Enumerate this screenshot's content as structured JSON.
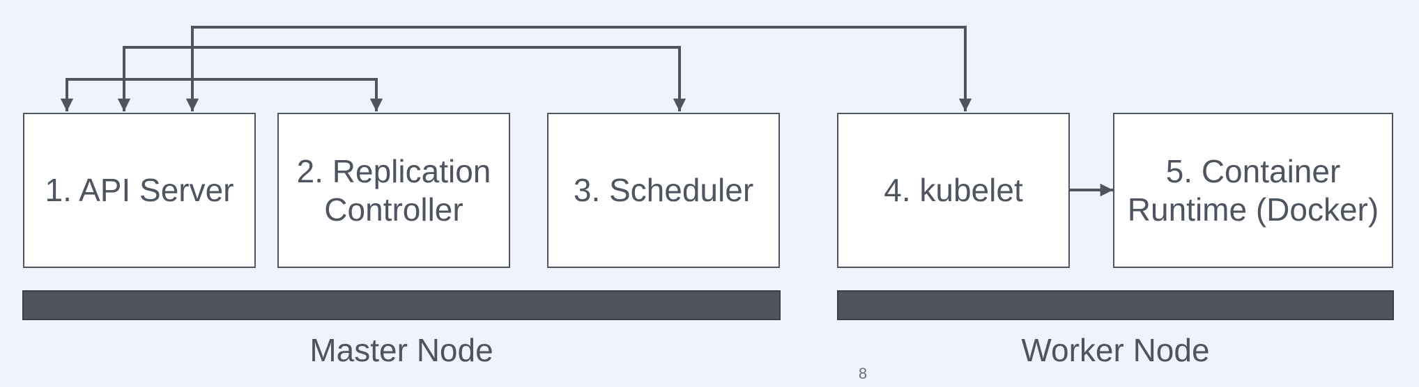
{
  "diagram": {
    "components": [
      {
        "id": "api-server",
        "label": "1. API Server"
      },
      {
        "id": "replication-controller",
        "label": "2. Replication\nController"
      },
      {
        "id": "scheduler",
        "label": "3. Scheduler"
      },
      {
        "id": "kubelet",
        "label": "4. kubelet"
      },
      {
        "id": "container-runtime",
        "label": "5. Container\nRuntime (Docker)"
      }
    ],
    "groups": [
      {
        "id": "master-node",
        "label": "Master Node",
        "members": [
          "api-server",
          "replication-controller",
          "scheduler"
        ]
      },
      {
        "id": "worker-node",
        "label": "Worker Node",
        "members": [
          "kubelet",
          "container-runtime"
        ]
      }
    ],
    "connections": [
      {
        "from": "api-server",
        "to": "replication-controller",
        "bidirectional": true
      },
      {
        "from": "api-server",
        "to": "scheduler",
        "bidirectional": true
      },
      {
        "from": "api-server",
        "to": "kubelet",
        "bidirectional": true
      },
      {
        "from": "kubelet",
        "to": "container-runtime",
        "bidirectional": false
      }
    ],
    "colors": {
      "background": "#eef3fd",
      "box_fill": "#ffffff",
      "stroke": "#4f555e",
      "bar_fill": "#50555c"
    }
  },
  "page_number": "8"
}
